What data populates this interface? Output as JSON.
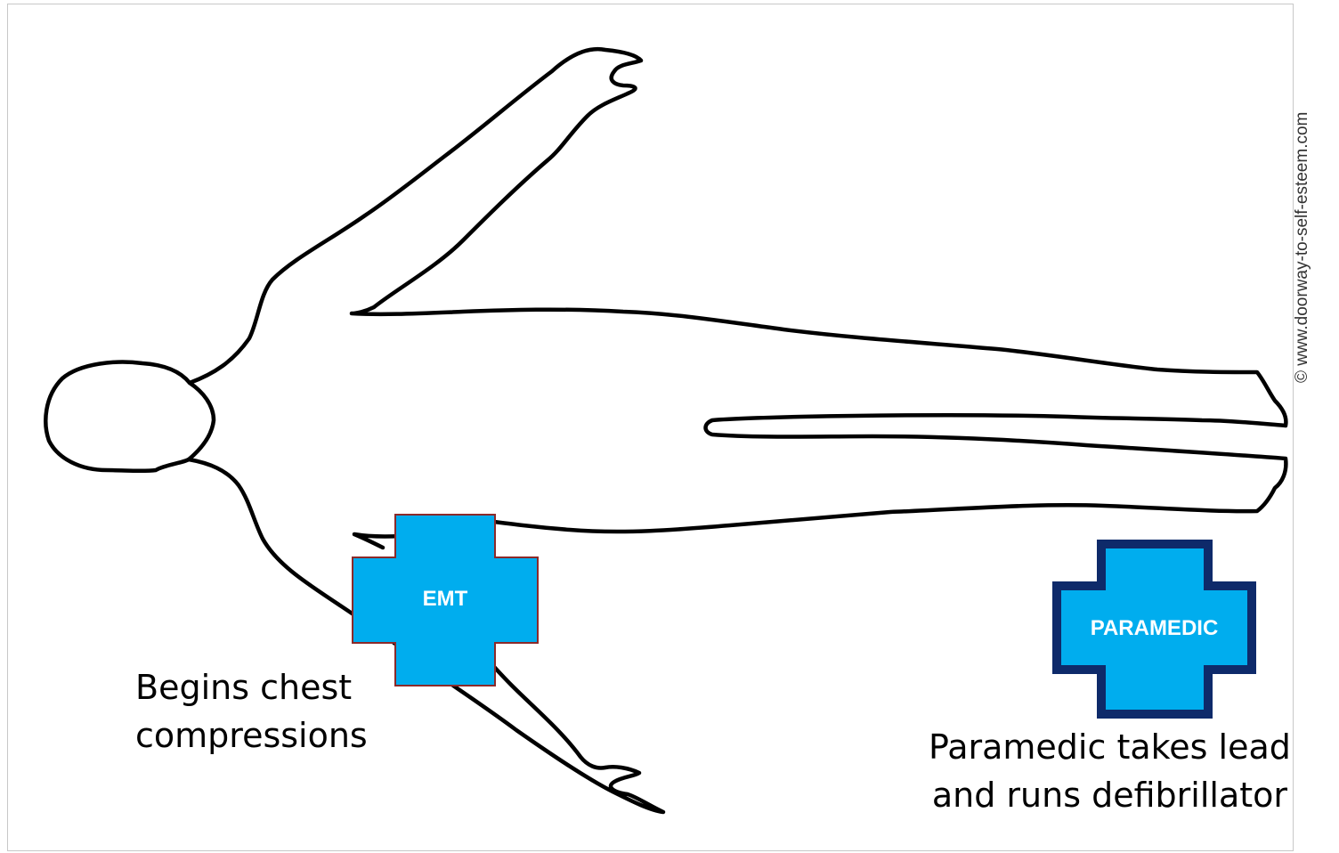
{
  "figure": {
    "name": "human body outline"
  },
  "roles": {
    "emt": {
      "label": "EMT",
      "caption_line1": "Begins chest",
      "caption_line2": "compressions",
      "fill_color": "#00adee",
      "border_color": "#8b2a2a"
    },
    "paramedic": {
      "label": "PARAMEDIC",
      "caption_line1": "Paramedic takes lead",
      "caption_line2": "and runs defibrillator",
      "fill_color": "#00adee",
      "border_color": "#0e2a6a"
    }
  },
  "watermark": {
    "text": "© www.doorway-to-self-esteem.com"
  }
}
